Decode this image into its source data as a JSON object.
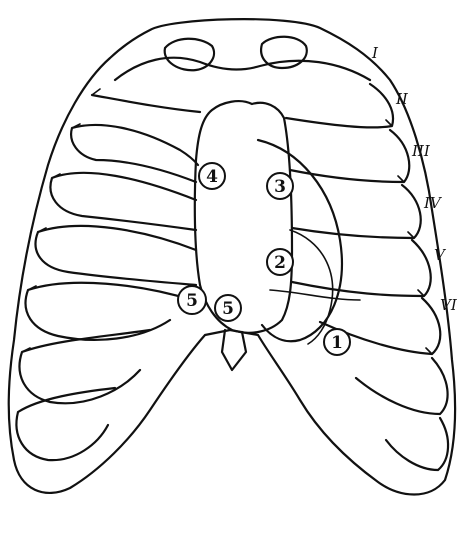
{
  "figure": {
    "rib_labels": [
      "I",
      "II",
      "III",
      "IV",
      "V",
      "VI"
    ],
    "markers": [
      "4",
      "3",
      "2",
      "1",
      "5",
      "5"
    ]
  },
  "colors": {
    "ink": "#111111",
    "paper": "#ffffff"
  }
}
